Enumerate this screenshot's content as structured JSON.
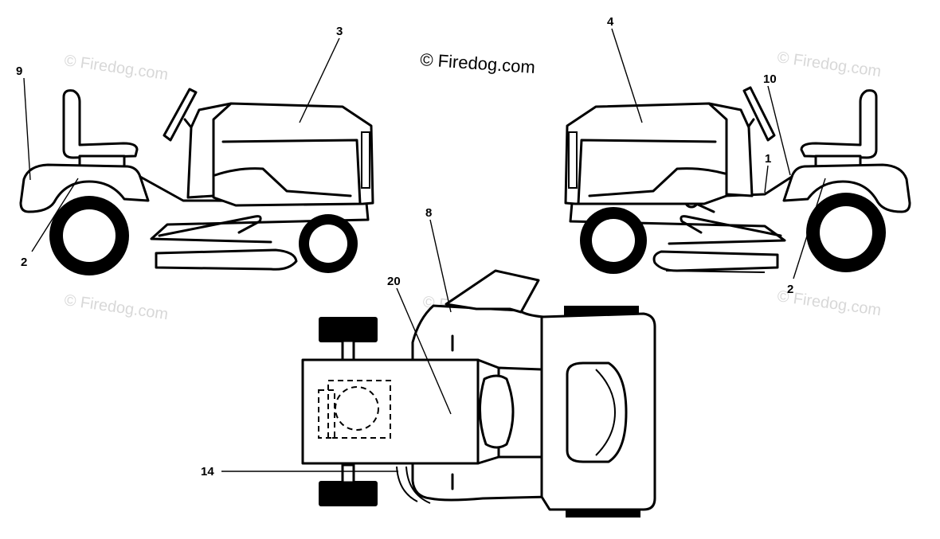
{
  "copyright": "© Firedog.com",
  "watermark": "© Firedog.com",
  "callouts": {
    "c1": "1",
    "c2_left": "2",
    "c2_right": "2",
    "c3": "3",
    "c4": "4",
    "c8": "8",
    "c9": "9",
    "c10": "10",
    "c14": "14",
    "c20": "20"
  }
}
